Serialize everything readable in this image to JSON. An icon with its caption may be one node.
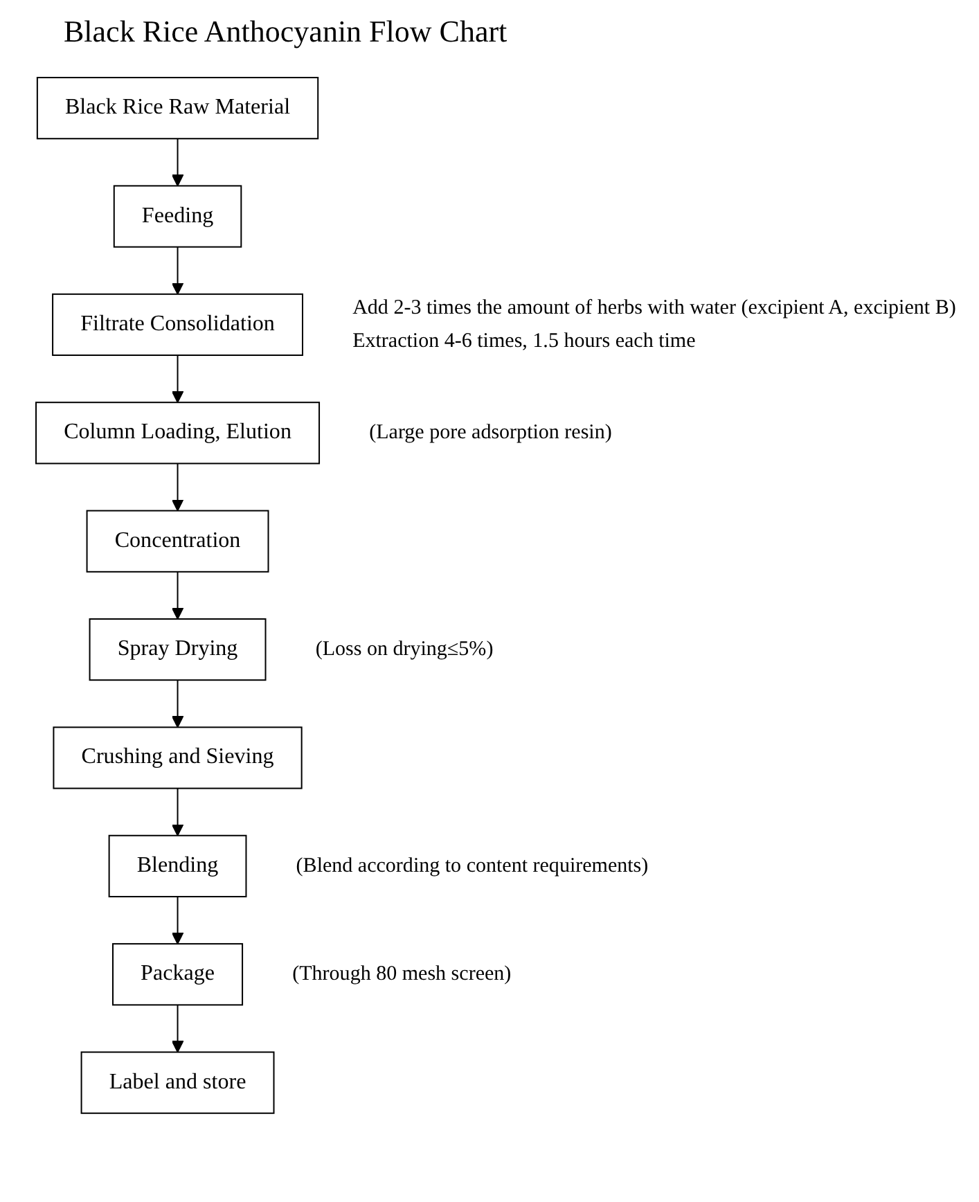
{
  "diagram": {
    "title": "Black Rice Anthocyanin Flow Chart",
    "nodes": [
      {
        "text": [
          "Black Rice Raw Material"
        ]
      },
      {
        "text": [
          "Feeding"
        ]
      },
      {
        "text": [
          "Filtrate Consolidation"
        ],
        "beside": [
          "Add 2-3 times the amount of herbs with water (excipient A, excipient B)",
          "Extraction 4-6 times, 1.5 hours each time"
        ]
      },
      {
        "text": [
          "Column Loading, Elution"
        ],
        "beside": [
          "(Large pore adsorption resin)"
        ]
      },
      {
        "text": [
          "Concentration"
        ]
      },
      {
        "text": [
          "Spray Drying"
        ],
        "beside": [
          "(Loss on drying≤5%)"
        ]
      },
      {
        "text": [
          "Crushing and Sieving"
        ]
      },
      {
        "text": [
          "Blending"
        ],
        "beside": [
          "(Blend according to content requirements)"
        ]
      },
      {
        "text": [
          "Package"
        ],
        "beside": [
          "(Through 80 mesh screen)"
        ]
      },
      {
        "text": [
          "Label and store"
        ]
      }
    ],
    "edges": [
      {
        "from": 0,
        "to": 1,
        "arrow": "to"
      },
      {
        "from": 1,
        "to": 2,
        "arrow": "to"
      },
      {
        "from": 2,
        "to": 3,
        "arrow": "to"
      },
      {
        "from": 3,
        "to": 4,
        "arrow": "to"
      },
      {
        "from": 4,
        "to": 5,
        "arrow": "to"
      },
      {
        "from": 5,
        "to": 6,
        "arrow": "to"
      },
      {
        "from": 6,
        "to": 7,
        "arrow": "to"
      },
      {
        "from": 7,
        "to": 8,
        "arrow": "to"
      },
      {
        "from": 8,
        "to": 9,
        "arrow": "to"
      }
    ]
  }
}
